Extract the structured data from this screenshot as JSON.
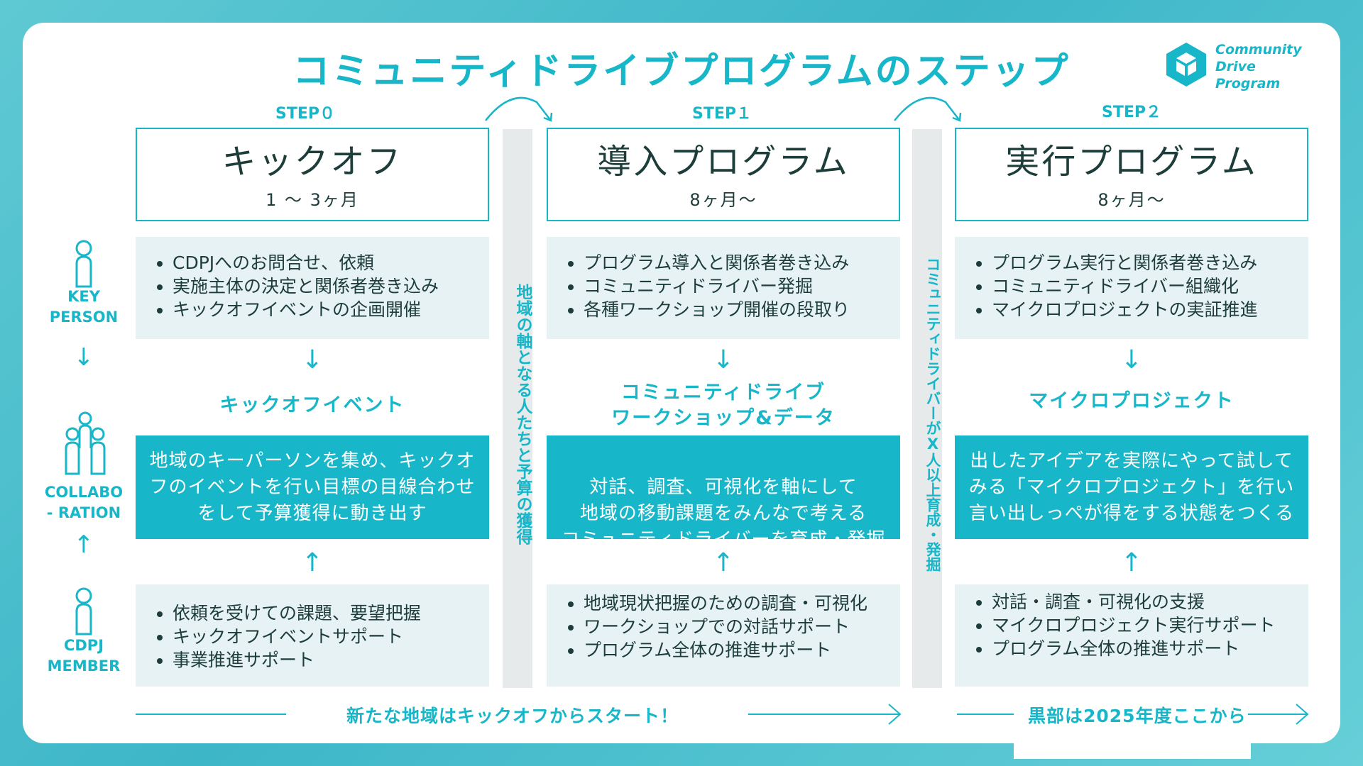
{
  "title": "コミュニティドライブプログラムのステップ",
  "logo": {
    "icon": "cube-logo-icon",
    "line1": "Community",
    "line2": "Drive",
    "line3": "Program"
  },
  "side": {
    "key_person": "KEY\nPERSON",
    "collaboration": "COLLABO\n- RATION",
    "cdpj_member": "CDPJ\nMEMBER"
  },
  "steps": [
    {
      "label": "STEP０",
      "title": "キックオフ",
      "duration": "1 〜 3ヶ月",
      "key_items": [
        "CDPJへのお問合せ、依頼",
        "実施主体の決定と関係者巻き込み",
        "キックオフイベントの企画開催"
      ],
      "collab_heading": "キックオフイベント",
      "collab_text": "地域のキーパーソンを集め、キックオフのイベントを行い目標の目線合わせをして予算獲得に動き出す",
      "member_items": [
        "依頼を受けての課題、要望把握",
        "キックオフイベントサポート",
        "事業推進サポート"
      ]
    },
    {
      "label": "STEP１",
      "title": "導入プログラム",
      "duration": "8ヶ月〜",
      "key_items": [
        "プログラム導入と関係者巻き込み",
        "コミュニティドライバー発掘",
        "各種ワークショップ開催の段取り"
      ],
      "collab_heading": "コミュニティドライブ\nワークショップ&データ",
      "collab_text": "対話、調査、可視化を軸にして\n地域の移動課題をみんなで考える\nコミュニティドライバーを育成・発掘",
      "member_items": [
        "地域現状把握のための調査・可視化",
        "ワークショップでの対話サポート",
        "プログラム全体の推進サポート"
      ]
    },
    {
      "label": "STEP２",
      "title": "実行プログラム",
      "duration": "8ヶ月〜",
      "key_items": [
        "プログラム実行と関係者巻き込み",
        "コミュニティドライバー組織化",
        "マイクロプロジェクトの実証推進"
      ],
      "collab_heading": "マイクロプロジェクト",
      "collab_text": "出したアイデアを実際にやって試してみる「マイクロプロジェクト」を行い言い出しっぺが得をする状態をつくる",
      "member_items": [
        "対話・調査・可視化の支援",
        "マイクロプロジェクト実行サポート",
        "プログラム全体の推進サポート"
      ]
    }
  ],
  "transitions": [
    "地域の軸となる人たちと予算の獲得",
    "コミュニティドライバーがX人以上育成・発掘"
  ],
  "bottom": {
    "left_text": "新たな地域はキックオフからスタート！",
    "right_text": "黒部は2025年度ここから"
  },
  "colors": {
    "accent": "#17b6c8",
    "text": "#1d3d3a",
    "light_box": "#e7f2f4",
    "bar": "#e6eaeb"
  }
}
